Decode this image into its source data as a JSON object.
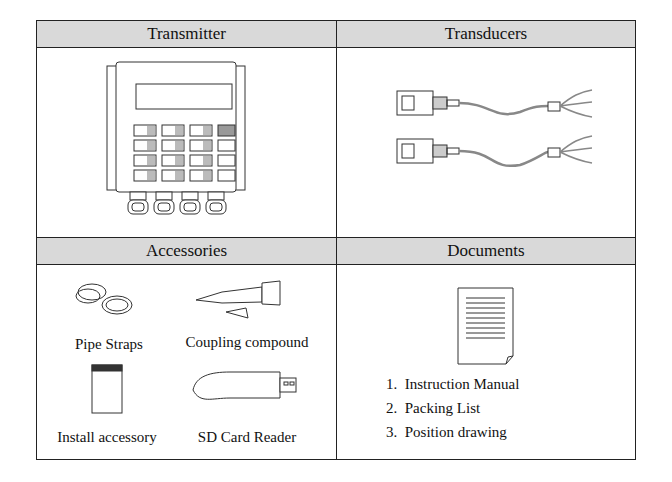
{
  "diagram": {
    "nodes": [
      {
        "text": [
          "Transmitter"
        ]
      },
      {
        "text": [
          "Transducers"
        ]
      },
      {
        "text": [
          "Accessories"
        ]
      },
      {
        "text": [
          "Documents"
        ]
      }
    ],
    "labels": [
      "Pipe Straps",
      "Coupling compound",
      "Install accessory",
      "SD Card Reader",
      "1.  Instruction Manual",
      "2.  Packing List",
      "3.  Position drawing"
    ]
  }
}
